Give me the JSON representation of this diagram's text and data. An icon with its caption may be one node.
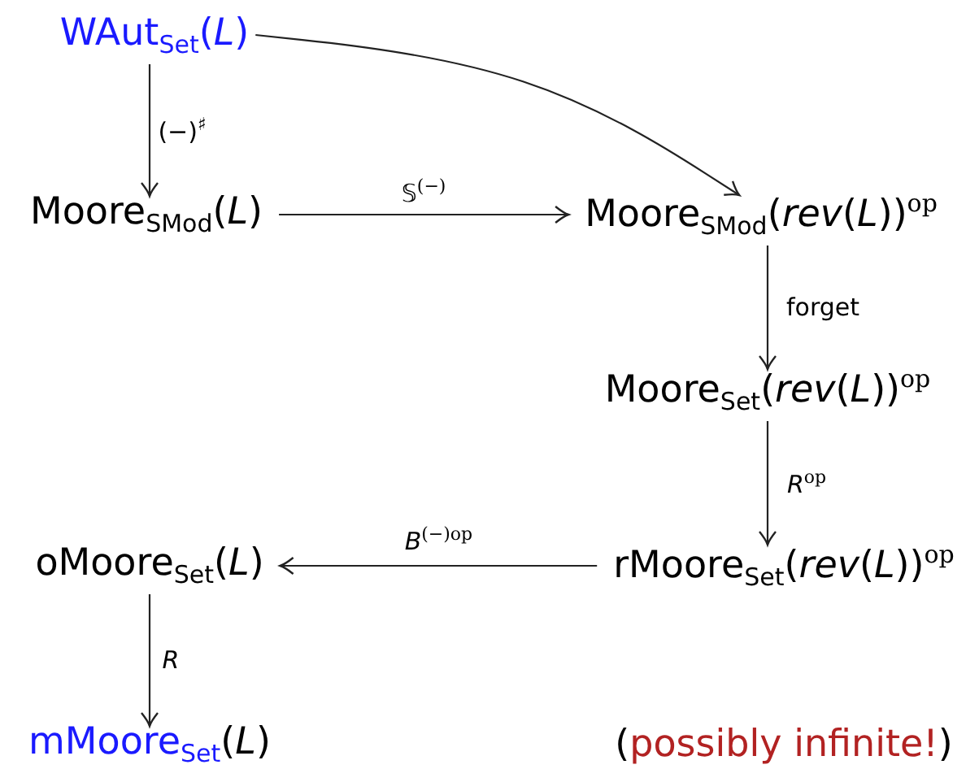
{
  "diagram": {
    "nodes": [
      {
        "text": [
          "WAut$_{Set}$(*L*)"
        ]
      },
      {
        "text": [
          "Moore$_{SMod}$(*L*)"
        ]
      },
      {
        "text": [
          "Moore$_{SMod}$(*rev*(*L*))$^{op}$"
        ]
      },
      {
        "text": [
          "Moore$_{Set}$(*rev*(*L*))$^{op}$"
        ]
      },
      {
        "text": [
          "rMoore$_{Set}$(*rev*(*L*))$^{op}$"
        ]
      },
      {
        "text": [
          "oMoore$_{Set}$(*L*)"
        ]
      },
      {
        "text": [
          "mMoore$_{Set}$(*L*)"
        ]
      }
    ],
    "edges": [
      {
        "from": 0,
        "to": 1,
        "arrow": "to",
        "label": "(−)$^{♯}$"
      },
      {
        "from": 1,
        "to": 2,
        "arrow": "to",
        "label": "𝕊$^{(−)}$"
      },
      {
        "from": 0,
        "to": 2,
        "arrow": "to"
      },
      {
        "from": 2,
        "to": 3,
        "arrow": "to",
        "label": "forget"
      },
      {
        "from": 3,
        "to": 4,
        "arrow": "to",
        "label": "*R*$^{op}$"
      },
      {
        "from": 4,
        "to": 5,
        "arrow": "to",
        "label": "*B*$^{(−)op}$"
      },
      {
        "from": 5,
        "to": 6,
        "arrow": "to",
        "label": "*R*"
      }
    ],
    "labels": [
      "(possibly infinite!)"
    ]
  }
}
